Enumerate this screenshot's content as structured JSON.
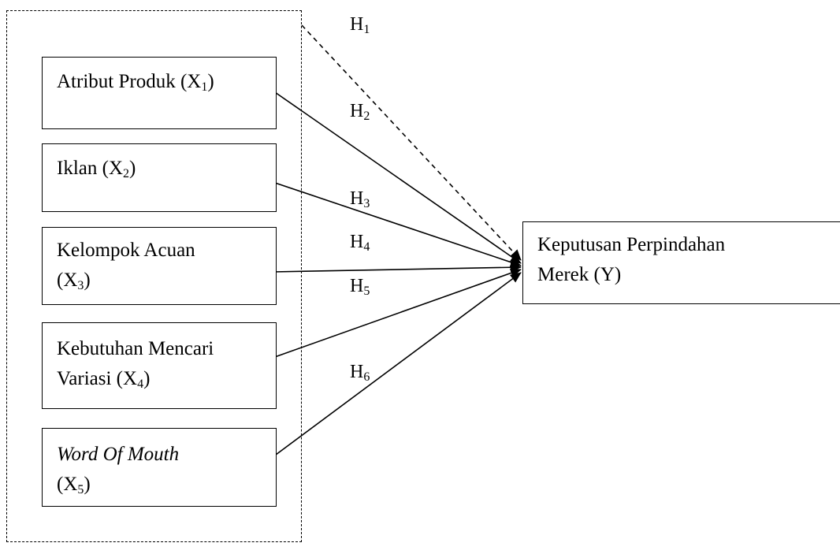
{
  "variables": [
    {
      "id": "x1",
      "label": "Atribut Produk (X",
      "sub": "1",
      "suffix": ")",
      "italic": ""
    },
    {
      "id": "x2",
      "label": "Iklan (X",
      "sub": "2",
      "suffix": ")",
      "italic": ""
    },
    {
      "id": "x3",
      "label": "Kelompok Acuan",
      "line2": "(X",
      "sub": "3",
      "suffix": ")",
      "italic": ""
    },
    {
      "id": "x4",
      "label": "Kebutuhan Mencari",
      "line2": "Variasi (X",
      "sub": "4",
      "suffix": ")",
      "italic": ""
    },
    {
      "id": "x5",
      "italic": "Word Of Mouth",
      "line2": "(X",
      "sub": "5",
      "suffix": ")"
    }
  ],
  "dependent": {
    "line1": "Keputusan Perpindahan",
    "line2": "Merek (Y)"
  },
  "hypotheses": [
    {
      "letter": "H",
      "sub": "1"
    },
    {
      "letter": "H",
      "sub": "2"
    },
    {
      "letter": "H",
      "sub": "3"
    },
    {
      "letter": "H",
      "sub": "4"
    },
    {
      "letter": "H",
      "sub": "5"
    },
    {
      "letter": "H",
      "sub": "6"
    }
  ]
}
